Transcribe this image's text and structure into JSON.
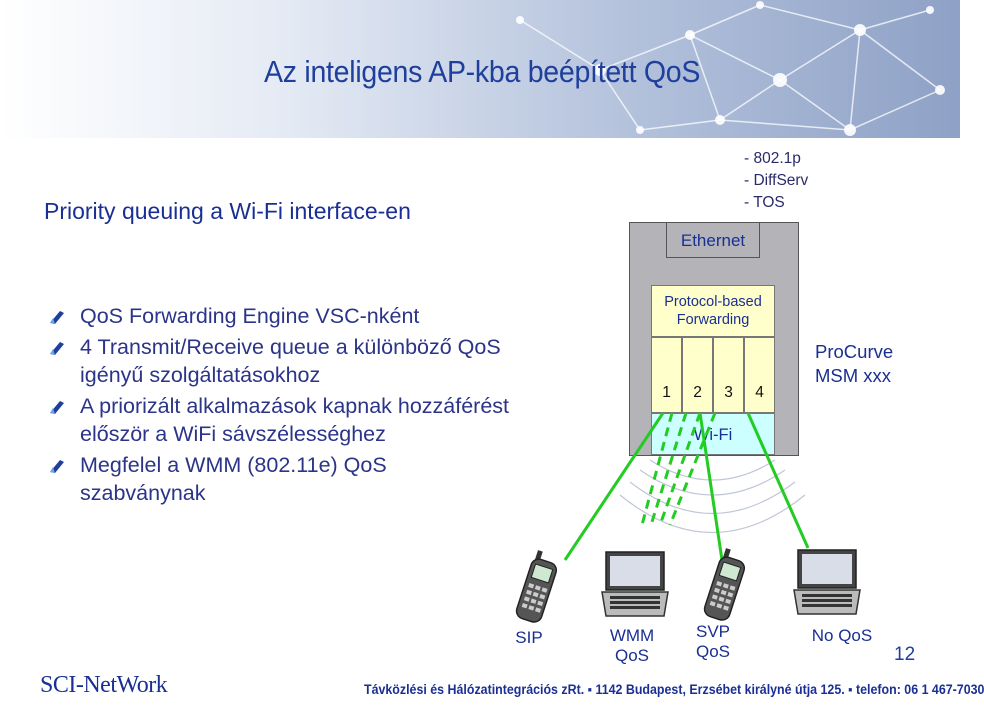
{
  "header": {
    "title": "Az inteligens AP-kba beépített QoS"
  },
  "subtitle": "Priority queuing a Wi-Fi interface-en",
  "bullets": [
    "QoS Forwarding Engine VSC-nként",
    "4 Transmit/Receive queue a különböző QoS igényű szolgáltatásokhoz",
    "A priorizált alkalmazások kapnak hozzáférést először a WiFi sávszélességhez",
    "Megfelel a  WMM (802.11e) QoS szabványnak"
  ],
  "diagram": {
    "ethernet_tags": [
      "- 802.1p",
      "- DiffServ",
      "- TOS"
    ],
    "ethernet_label": "Ethernet",
    "forwarding_label": [
      "Protocol-based",
      "Forwarding"
    ],
    "queues": [
      "1",
      "2",
      "3",
      "4"
    ],
    "wifi_label": "Wi-Fi",
    "product_label": [
      "ProCurve",
      "MSM xxx"
    ],
    "clients": [
      {
        "label": [
          "SIP"
        ],
        "icon": "mobile-phone-icon"
      },
      {
        "label": [
          "WMM",
          "QoS"
        ],
        "icon": "laptop-icon"
      },
      {
        "label": [
          "SVP",
          "QoS"
        ],
        "icon": "mobile-phone-icon"
      },
      {
        "label": [
          "No QoS"
        ],
        "icon": "laptop-icon"
      }
    ],
    "ray_color": "#22cc22"
  },
  "page_number": "12",
  "footer": {
    "logo": "SCI-NetWork",
    "address": "Távközlési és Hálózatintegrációs zRt. ▪ 1142 Budapest, Erzsébet királyné útja 125. ▪ telefon: 06 1 467-7030"
  },
  "colors": {
    "title": "#1f3f9c",
    "text": "#2b3488",
    "device": "#b4b4b8",
    "queue": "#ffffcc",
    "wifi": "#ccffff"
  }
}
